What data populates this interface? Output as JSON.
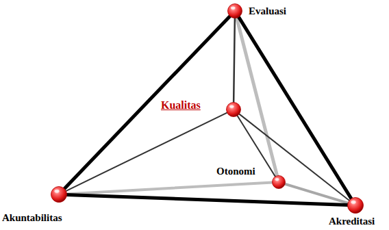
{
  "diagram": {
    "nodes": [
      {
        "text": [
          "Evaluasi"
        ]
      },
      {
        "text": [
          "Kualitas"
        ]
      },
      {
        "text": [
          "Otonomi"
        ]
      },
      {
        "text": [
          "Akuntabilitas"
        ]
      },
      {
        "text": [
          "Akreditasi"
        ]
      }
    ],
    "edges": [
      {
        "from": 0,
        "to": 3,
        "arrow": "none"
      },
      {
        "from": 3,
        "to": 4,
        "arrow": "none"
      },
      {
        "from": 0,
        "to": 4,
        "arrow": "none"
      },
      {
        "from": 0,
        "to": 2,
        "arrow": "none"
      },
      {
        "from": 3,
        "to": 2,
        "arrow": "none"
      },
      {
        "from": 0,
        "to": 1,
        "arrow": "none"
      },
      {
        "from": 1,
        "to": 3,
        "arrow": "none"
      },
      {
        "from": 1,
        "to": 2,
        "arrow": "none"
      },
      {
        "from": 1,
        "to": 4,
        "arrow": "none"
      },
      {
        "from": 2,
        "to": 4,
        "arrow": "none"
      }
    ]
  }
}
